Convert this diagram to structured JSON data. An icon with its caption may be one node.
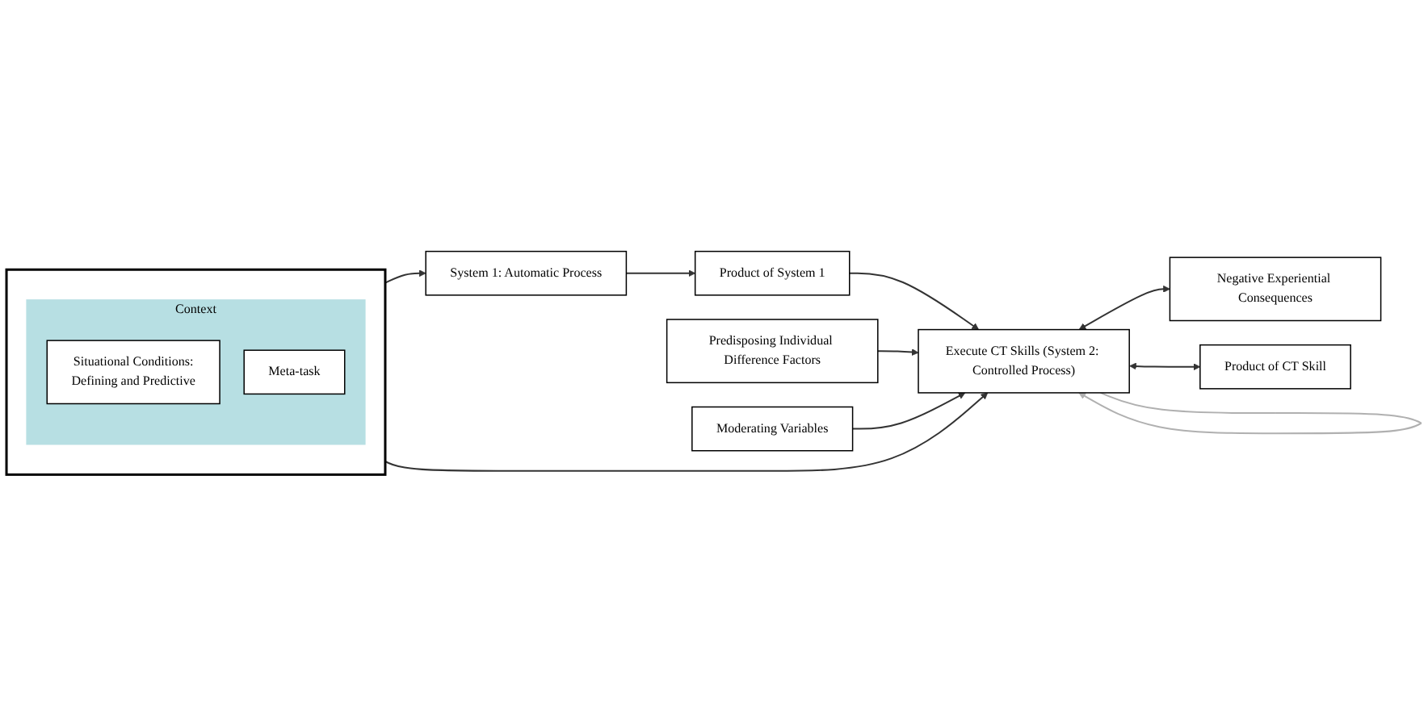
{
  "diagram": {
    "nodes": [
      {
        "text": [],
        "shape": "box"
      },
      {
        "text": [
          "Context"
        ],
        "in": 0
      },
      {
        "text": [
          "Situational Conditions:",
          "Defining and Predictive"
        ],
        "in": 1
      },
      {
        "text": [
          "Meta-task"
        ],
        "in": 1
      },
      {
        "text": [
          "System 1: Automatic Process"
        ]
      },
      {
        "text": [
          "Product of System 1"
        ]
      },
      {
        "text": [
          "Execute CT Skills (System 2: Controlled Process)"
        ]
      },
      {
        "text": [
          "Negative Experiential Consequences"
        ]
      },
      {
        "text": [
          "Product of CT Skill"
        ]
      },
      {
        "text": [
          "Predisposing Individual Difference Factors"
        ]
      },
      {
        "text": [
          "Moderating Variables"
        ]
      }
    ],
    "edges": [
      {
        "from": 0,
        "to": 4,
        "arrow": "to"
      },
      {
        "from": 0,
        "to": 6,
        "arrow": "to"
      },
      {
        "from": 4,
        "to": 5,
        "arrow": "to"
      },
      {
        "from": 5,
        "to": 6,
        "arrow": "to"
      },
      {
        "from": 6,
        "to": 6,
        "arrow": "to",
        "color": "#b0b0b0"
      },
      {
        "from": 6,
        "to": 7,
        "arrow": "both"
      },
      {
        "from": 6,
        "to": 8,
        "arrow": "both"
      },
      {
        "from": 9,
        "to": 6,
        "arrow": "to"
      },
      {
        "from": 10,
        "to": 6,
        "arrow": "to"
      }
    ]
  }
}
